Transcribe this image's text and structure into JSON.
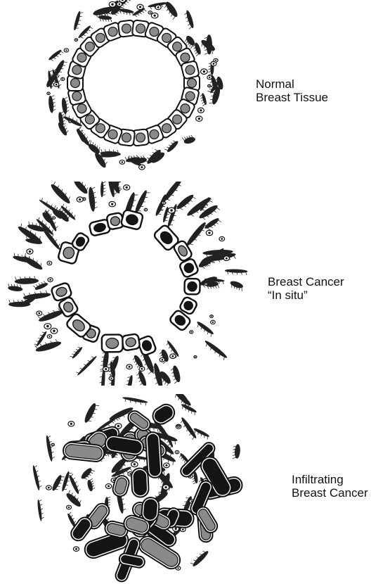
{
  "panels": [
    {
      "label_lines": [
        "Normal",
        "Breast Tissue"
      ]
    },
    {
      "label_lines": [
        "Breast Cancer",
        "“In situ”"
      ]
    },
    {
      "label_lines": [
        "Infiltrating",
        "Breast Cancer"
      ]
    }
  ],
  "colors": {
    "ink": "#111111",
    "cell_fill": "#ffffff",
    "nucleus_light": "#8a8a8a",
    "nucleus_dark": "#151515",
    "stroma": "#222222"
  }
}
